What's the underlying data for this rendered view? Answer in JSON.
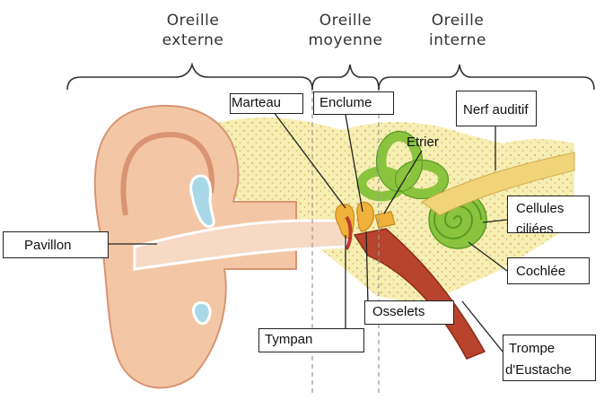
{
  "regions": {
    "outer": {
      "line1": "Oreille",
      "line2": "externe"
    },
    "middle": {
      "line1": "Oreille",
      "line2": "moyenne"
    },
    "inner": {
      "line1": "Oreille",
      "line2": "interne"
    }
  },
  "labels": {
    "marteau": "Marteau",
    "enclume": "Enclume",
    "nerf_auditif": "Nerf auditif",
    "etrier": "Etrier",
    "pavillon": "Pavillon",
    "cellules_line1": "Cellules",
    "cellules_line2": "ciliées",
    "cochlee": "Cochlée",
    "osselets": "Osselets",
    "tympan": "Tympan",
    "trompe_line1": "Trompe",
    "trompe_line2": "d'Eustache"
  },
  "colors": {
    "skin": "#f3c7a6",
    "skin_shadow": "#e6a886",
    "canal": "#f7d9c4",
    "bone": "#f6efb4",
    "bone_dots": "#e3c77a",
    "cochlea": "#8ac43f",
    "cochlea_dark": "#5a9a24",
    "ossicle": "#f0b23a",
    "tube": "#b8442e",
    "cartilage": "#a8d8e8"
  }
}
